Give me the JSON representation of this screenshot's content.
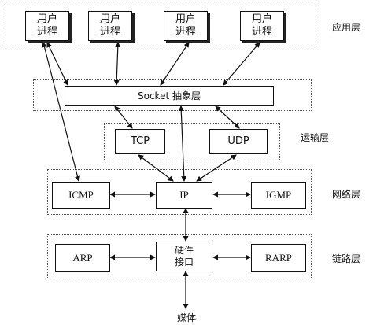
{
  "layers": {
    "app": "应用层",
    "transport": "运输层",
    "network": "网络层",
    "link": "链路层"
  },
  "nodes": {
    "proc1": "用户\n进程",
    "proc2": "用户\n进程",
    "proc3": "用户\n进程",
    "proc4": "用户\n进程",
    "socket": "Socket 抽象层",
    "tcp": "TCP",
    "udp": "UDP",
    "icmp": "ICMP",
    "ip": "IP",
    "igmp": "IGMP",
    "arp": "ARP",
    "hw": "硬件\n接口",
    "rarp": "RARP"
  },
  "media": "媒体"
}
